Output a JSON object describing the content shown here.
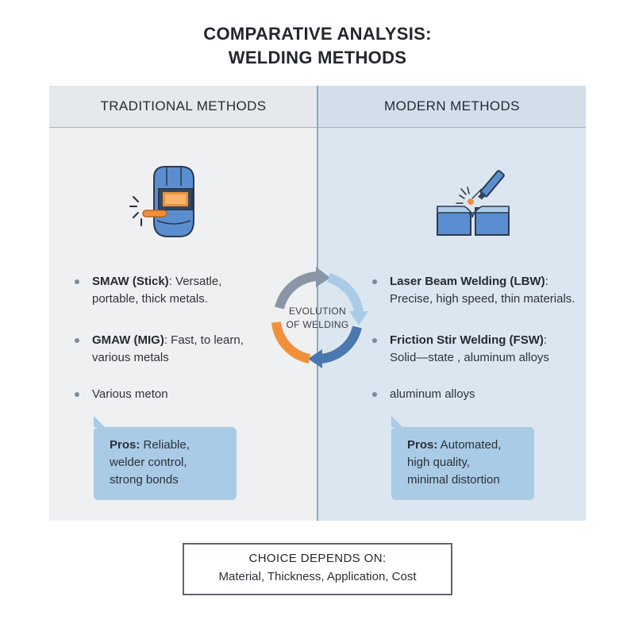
{
  "title": {
    "line1": "COMPARATIVE ANALYSIS:",
    "line2": "WELDING METHODS"
  },
  "left": {
    "heading": "TRADITIONAL METHODS",
    "icon": "welding-helmet-icon",
    "bullets": [
      {
        "bold": "SMAW (Stick)",
        "rest": ": Versatle,",
        "line2": "portable, thick metals."
      },
      {
        "bold": "GMAW (MIG)",
        "rest": ": Fast, to learn,",
        "line2": "various metals"
      },
      {
        "bold": "",
        "rest": "Various meton",
        "line2": ""
      }
    ],
    "pros": {
      "label": "Pros:",
      "line1": " Reliable,",
      "line2": "welder control,",
      "line3": "strong bonds"
    }
  },
  "right": {
    "heading": "MODERN METHODS",
    "icon": "laser-welding-icon",
    "bullets": [
      {
        "bold": "Laser Beam Welding (LBW)",
        "rest": ":",
        "line2": "Precise, high speed, thin materials."
      },
      {
        "bold": "Friction Stir Welding (FSW)",
        "rest": ":",
        "line2": "Solid—state , aluminum alloys"
      },
      {
        "bold": "",
        "rest": "aluminum alloys",
        "line2": ""
      }
    ],
    "pros": {
      "label": "Pros:",
      "line1": " Automated,",
      "line2": "high quality,",
      "line3": "minimal distortion"
    }
  },
  "cycle": {
    "line1": "EVOLUTION",
    "line2": "OF WELDING",
    "icon": "cycle-arrows-icon"
  },
  "choice": {
    "heading": "CHOICE DEPENDS ON:",
    "text": "Material, Thickness, Application, Cost"
  },
  "colors": {
    "accent_orange": "#f0913a",
    "accent_blue": "#4a78b0",
    "light_blue": "#a9cbe6",
    "gray_arrow": "#8a96a6"
  }
}
